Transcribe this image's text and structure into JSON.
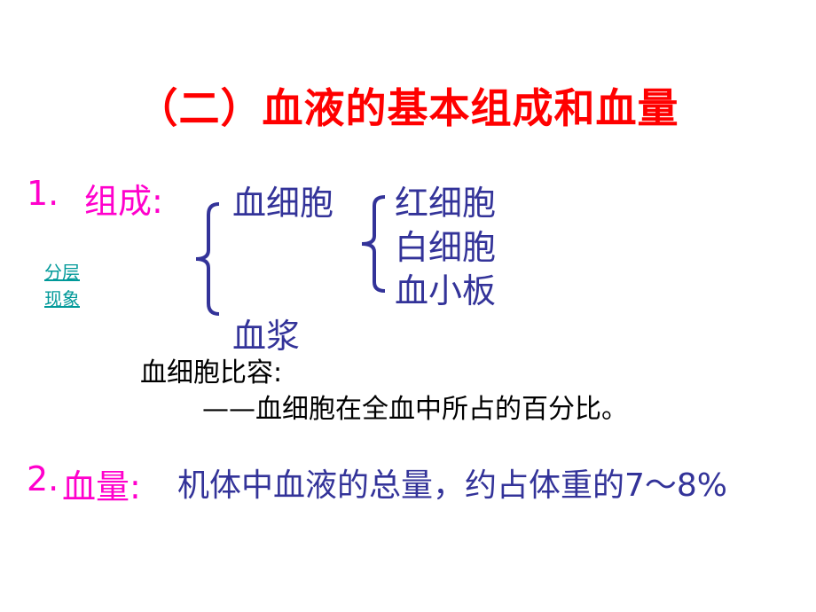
{
  "slide": {
    "title": "（二）血液的基本组成和血量",
    "item1": {
      "number": "1.",
      "label": "组成:",
      "blood_cells": "血细胞",
      "plasma": "血浆",
      "cell_types": [
        "红细胞",
        "白细胞",
        "血小板"
      ]
    },
    "link": {
      "line1": "分层",
      "line2": "现象"
    },
    "hematocrit": {
      "term": "血细胞比容:",
      "definition": "——血细胞在全血中所占的百分比。"
    },
    "item2": {
      "number": "2.",
      "label": "血量:",
      "text": "机体中血液的总量，约占体重的7～8%"
    }
  },
  "colors": {
    "title": "#ff0000",
    "label": "#ff00cc",
    "content": "#333399",
    "link": "#009999",
    "text": "#000000"
  }
}
